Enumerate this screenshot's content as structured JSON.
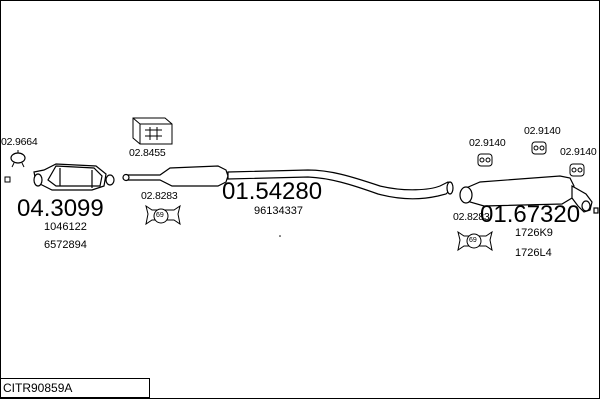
{
  "diagram": {
    "reference": "CITR90859A",
    "parts": {
      "catalyst": {
        "code": "04.3099",
        "oem": [
          "1046122",
          "6572894"
        ]
      },
      "front_gasket": {
        "code": "02.9664"
      },
      "fitting_kit": {
        "code": "02.8455"
      },
      "clamp_front": {
        "code": "02.8283",
        "badge": "69"
      },
      "middle_silencer": {
        "code": "01.54280",
        "oem": [
          "96134337"
        ]
      },
      "clamp_rear": {
        "code": "02.8283",
        "badge": "69"
      },
      "hanger_a": {
        "code": "02.9140"
      },
      "hanger_b": {
        "code": "02.9140"
      },
      "hanger_c": {
        "code": "02.9140"
      },
      "rear_silencer": {
        "code": "01.67320",
        "oem": [
          "1726K9",
          "1726L4"
        ]
      }
    }
  }
}
